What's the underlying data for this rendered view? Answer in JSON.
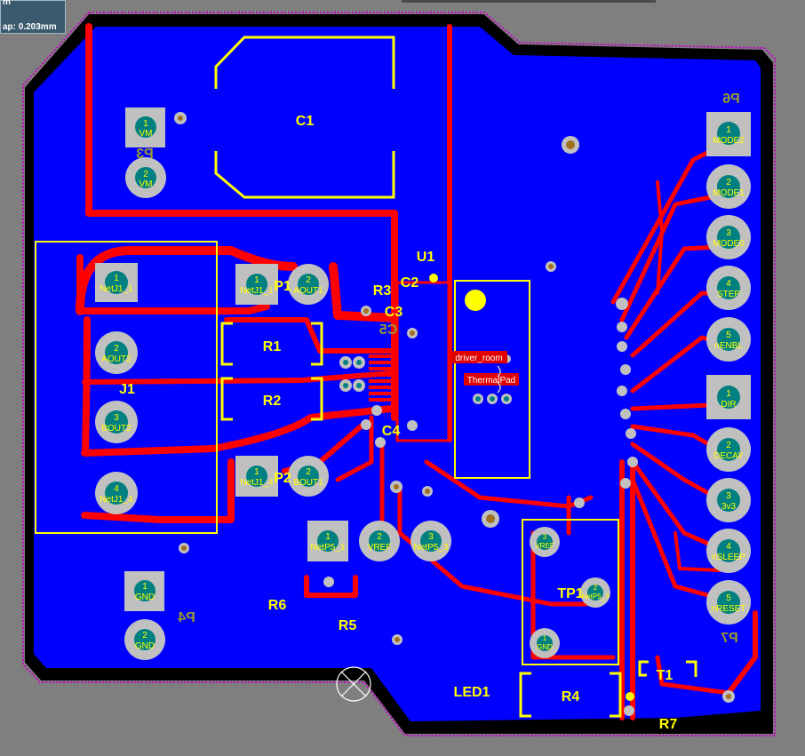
{
  "hud": {
    "line1": "m",
    "line2": "ap: 0.203mm"
  },
  "designators": {
    "c1": "C1",
    "c2": "C2",
    "c3": "C3",
    "c4": "C4",
    "c5": "C5",
    "r1": "R1",
    "r2": "R2",
    "r3": "R3",
    "r4": "R4",
    "r5": "R5",
    "r6": "R6",
    "r7": "R7",
    "u1": "U1",
    "j1": "J1",
    "p1": "P1",
    "p2": "P2",
    "p3": "P3",
    "p4": "P4",
    "p6": "P6",
    "p7": "P7",
    "tp1": "TP1",
    "led1": "LED1",
    "t1": "T1"
  },
  "pads": {
    "p3_1": {
      "num": "1",
      "net": "VM"
    },
    "p3_2": {
      "num": "2",
      "net": "VM"
    },
    "j1_1": {
      "num": "1",
      "net": "NetJ1_1"
    },
    "j1_2": {
      "num": "2",
      "net": "AOUT2"
    },
    "j1_3": {
      "num": "3",
      "net": "BOUT2"
    },
    "j1_4": {
      "num": "4",
      "net": "NetJ1_4"
    },
    "p1_1": {
      "num": "1",
      "net": "NetJ1_1"
    },
    "p1_2": {
      "num": "2",
      "net": "AOUT1"
    },
    "p2_1": {
      "num": "1",
      "net": "NetJ1_4"
    },
    "p2_2": {
      "num": "2",
      "net": "BOUT1"
    },
    "p5_1": {
      "num": "1",
      "net": "NetP5_1"
    },
    "p5_2": {
      "num": "2",
      "net": "VREF"
    },
    "p5_3": {
      "num": "3",
      "net": "NetP5_3"
    },
    "p4_1": {
      "num": "1",
      "net": "GND"
    },
    "p4_2": {
      "num": "2",
      "net": "GND"
    },
    "tp1_1": {
      "num": "1",
      "net": "GND"
    },
    "tp1_2": {
      "num": "2",
      "net": "NetP5_3"
    },
    "tp1_3": {
      "num": "3",
      "net": "VREF"
    },
    "p6_1": {
      "num": "1",
      "net": "MODE2"
    },
    "p6_2": {
      "num": "2",
      "net": "MODE1"
    },
    "p6_3": {
      "num": "3",
      "net": "MODE0"
    },
    "p6_4": {
      "num": "4",
      "net": "STEP"
    },
    "p6_5": {
      "num": "5",
      "net": "nENBL"
    },
    "p7_1": {
      "num": "1",
      "net": "DIR"
    },
    "p7_2": {
      "num": "2",
      "net": "DECAY"
    },
    "p7_3": {
      "num": "3",
      "net": "3v3"
    },
    "p7_4": {
      "num": "4",
      "net": "nSLEEP"
    },
    "p7_5": {
      "num": "5",
      "net": "nRESET"
    }
  },
  "rooms": {
    "driver": "driver_room",
    "thermal": "ThermalPad"
  },
  "colors": {
    "background": "#7f7f7f",
    "board_edge": "#c800c8",
    "keepout": "#000000",
    "bottom_copper": "#0000ff",
    "top_copper": "#ff0000",
    "silkscreen": "#ffff00",
    "pad_ring": "#c0c0c0",
    "pad_drill": "#008080",
    "via_drill": "#a07020"
  },
  "icons": {
    "board_origin": "board-origin-marker-icon"
  }
}
